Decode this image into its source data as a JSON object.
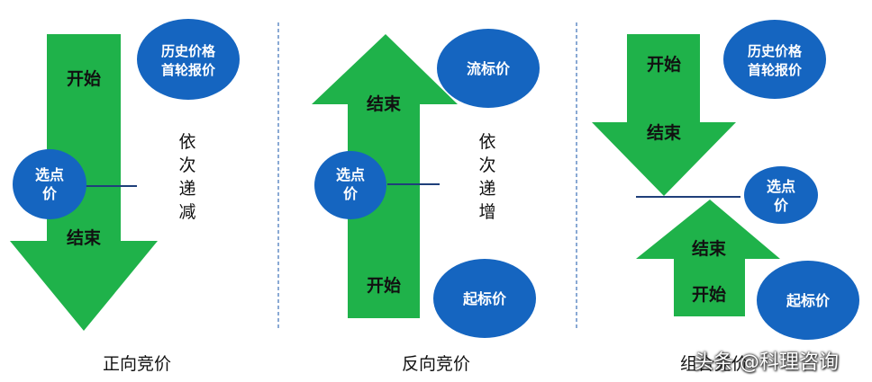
{
  "panels": {
    "forward": {
      "arrow_top": "开始",
      "arrow_bottom": "结束",
      "ellipse_top_line1": "历史价格",
      "ellipse_top_line2": "首轮报价",
      "select_line1": "选点",
      "select_line2": "价",
      "side_text": [
        "依",
        "次",
        "递",
        "减"
      ],
      "caption": "正向竞价"
    },
    "reverse": {
      "arrow_top": "结束",
      "arrow_bottom": "开始",
      "ellipse_top": "流标价",
      "ellipse_bottom": "起标价",
      "select_line1": "选点",
      "select_line2": "价",
      "side_text": [
        "依",
        "次",
        "递",
        "增"
      ],
      "caption": "反向竞价"
    },
    "combined": {
      "down_arrow_top": "开始",
      "down_arrow_bottom": "结束",
      "up_arrow_top": "结束",
      "up_arrow_bottom": "开始",
      "ellipse_top_line1": "历史价格",
      "ellipse_top_line2": "首轮报价",
      "select_line1": "选点",
      "select_line2": "价",
      "ellipse_bottom": "起标价",
      "caption": "组合竞价"
    }
  },
  "watermark": "头条 @科理咨询",
  "colors": {
    "arrow_green": "#1fb24a",
    "ellipse_blue": "#1565c0",
    "divider": "#4a7bbd",
    "marker_line": "#1f3f7a"
  }
}
